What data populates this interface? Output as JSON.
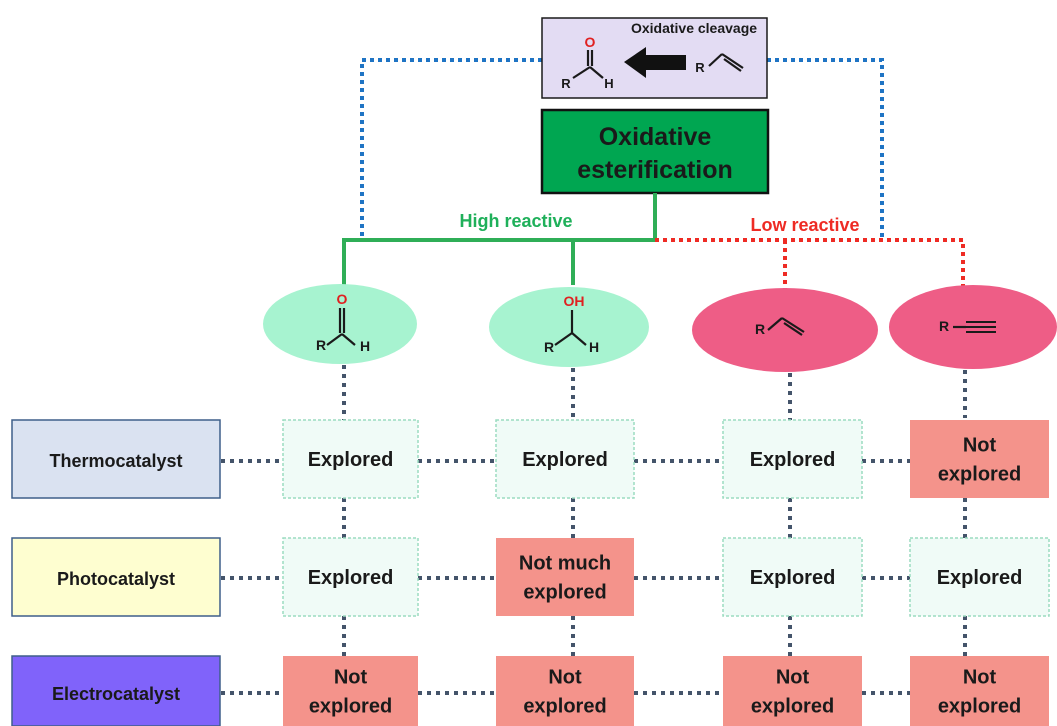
{
  "top_box": {
    "label": "Oxidative cleavage"
  },
  "main_box": {
    "line1": "Oxidative",
    "line2": "esterification"
  },
  "branches": {
    "high": "High reactive",
    "low": "Low reactive"
  },
  "substrates": [
    {
      "name": "aldehyde",
      "heteroatom": "O",
      "r_label": "R",
      "h_label": "H"
    },
    {
      "name": "alcohol",
      "heteroatom": "OH",
      "r_label": "R",
      "h_label": "H"
    },
    {
      "name": "alkene",
      "r_label": "R"
    },
    {
      "name": "alkyne",
      "r_label": "R"
    }
  ],
  "catalysts": [
    "Thermocatalyst",
    "Photocatalyst",
    "Electrocatalyst"
  ],
  "grid": [
    [
      {
        "lines": [
          "Explored"
        ],
        "status": "explored"
      },
      {
        "lines": [
          "Explored"
        ],
        "status": "explored"
      },
      {
        "lines": [
          "Explored"
        ],
        "status": "explored"
      },
      {
        "lines": [
          "Not",
          "explored"
        ],
        "status": "not"
      }
    ],
    [
      {
        "lines": [
          "Explored"
        ],
        "status": "explored"
      },
      {
        "lines": [
          "Not much",
          "explored"
        ],
        "status": "not"
      },
      {
        "lines": [
          "Explored"
        ],
        "status": "explored"
      },
      {
        "lines": [
          "Explored"
        ],
        "status": "explored"
      }
    ],
    [
      {
        "lines": [
          "Not",
          "explored"
        ],
        "status": "not"
      },
      {
        "lines": [
          "Not",
          "explored"
        ],
        "status": "not"
      },
      {
        "lines": [
          "Not",
          "explored"
        ],
        "status": "not"
      },
      {
        "lines": [
          "Not",
          "explored"
        ],
        "status": "not"
      }
    ]
  ],
  "colors": {
    "high_line": "#2fae57",
    "high_text": "#1fb05a",
    "low_line": "#ee2b24",
    "blue_dotted": "#1f74c4",
    "grid_dotted": "#44546a",
    "main_box_fill": "#00a651",
    "top_box_fill": "#e3dcf3",
    "ellipse_green": "#a7f3d0",
    "ellipse_pink": "#ee5d86",
    "explored_fill": "#f0fbf7",
    "not_fill": "#f4938b",
    "thermo_fill": "#dae2f1",
    "photo_fill": "#fefed0",
    "electro_fill": "#8063fa",
    "heteroatom": "#e02020"
  }
}
